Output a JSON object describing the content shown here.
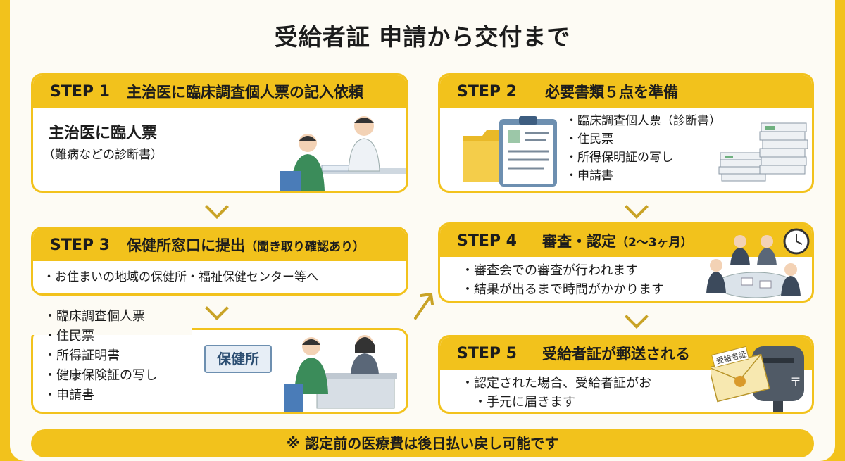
{
  "title": "受給者証 申請から交付まで",
  "step1": {
    "label": "STEP 1",
    "title": "主治医に臨床調査個人票の記入依頼",
    "main": "主治医に臨人票",
    "sub": "（難病などの診断書）"
  },
  "step2": {
    "label": "STEP 2",
    "title": "必要書類５点を準備",
    "items": [
      "臨床調査個人票（診断書）",
      "住民票",
      "所得保明証の写し",
      "申請書"
    ]
  },
  "step3": {
    "label": "STEP 3",
    "title": "保健所窓口に提出",
    "title_note": "（聞き取り確認あり）",
    "note": "お住まいの地域の保健所・福祉保健センター等へ",
    "items": [
      "臨床調査個人票",
      "住民票",
      "所得証明書",
      "健康保険証の写し",
      "申請書"
    ],
    "sign": "保健所"
  },
  "step4": {
    "label": "STEP 4",
    "title": "審査・認定",
    "title_note": "（2〜3ヶ月）",
    "items": [
      "審査会での審査が行われます",
      "結果が出るまで時間がかかります"
    ]
  },
  "step5": {
    "label": "STEP 5",
    "title": "受給者証が郵送される",
    "items": [
      "認定された場合、受給者証がお",
      "手元に届きます"
    ],
    "envelope_label": "受給者証",
    "postbox_mark": "〒"
  },
  "footer": "※ 認定前の医療費は後日払い戻し可能です",
  "colors": {
    "accent": "#f2c21c",
    "arrow": "#c9a326",
    "background": "#fdfbf4"
  }
}
